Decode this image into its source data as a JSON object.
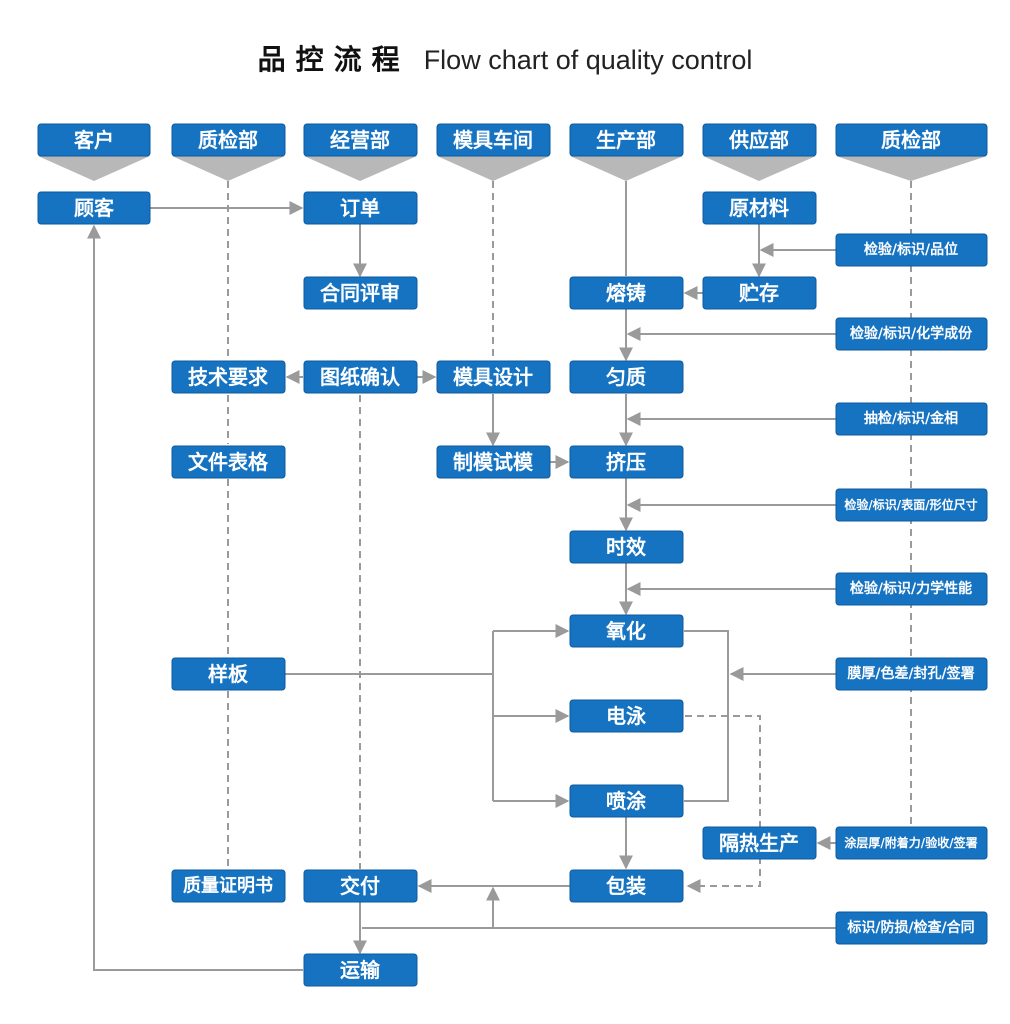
{
  "title": {
    "zh": "品控流程",
    "en": "Flow chart of quality control"
  },
  "colors": {
    "box": "#1673c2",
    "line": "#9a9a9a",
    "background": "#ffffff",
    "text": "#ffffff"
  },
  "headers": [
    {
      "id": "h-customer",
      "label": "客户"
    },
    {
      "id": "h-qc1",
      "label": "质检部"
    },
    {
      "id": "h-business",
      "label": "经营部"
    },
    {
      "id": "h-mold",
      "label": "模具车间"
    },
    {
      "id": "h-production",
      "label": "生产部"
    },
    {
      "id": "h-supply",
      "label": "供应部"
    },
    {
      "id": "h-qc2",
      "label": "质检部"
    }
  ],
  "nodes": {
    "customer": "顾客",
    "order": "订单",
    "raw_material": "原材料",
    "contract_review": "合同评审",
    "casting": "熔铸",
    "storage": "贮存",
    "tech_req": "技术要求",
    "drawing_confirm": "图纸确认",
    "mold_design": "模具设计",
    "homogenize": "匀质",
    "doc_forms": "文件表格",
    "mold_trial": "制模试模",
    "extrusion": "挤压",
    "aging": "时效",
    "oxidation": "氧化",
    "sample": "样板",
    "electrophoresis": "电泳",
    "spraying": "喷涂",
    "thermal_break": "隔热生产",
    "quality_cert": "质量证明书",
    "delivery": "交付",
    "packaging": "包装",
    "transport": "运输"
  },
  "checks": {
    "c1": "检验/标识/品位",
    "c2": "检验/标识/化学成份",
    "c3": "抽检/标识/金相",
    "c4": "检验/标识/表面/形位尺寸",
    "c5": "检验/标识/力学性能",
    "c6": "膜厚/色差/封孔/签署",
    "c7": "涂层厚/附着力/验收/签署",
    "c8": "标识/防损/检查/合同"
  }
}
